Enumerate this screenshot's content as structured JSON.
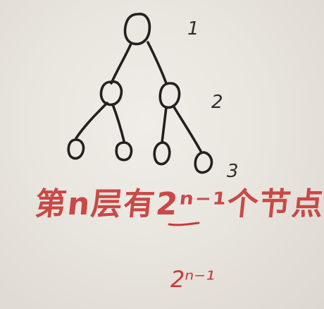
{
  "tree": {
    "level_labels": [
      "1",
      "2",
      "3"
    ]
  },
  "note": {
    "sentence": "第n层有2ⁿ⁻¹个节点",
    "formula": "2ⁿ⁻¹"
  },
  "colors": {
    "paper": "#e7e3dc",
    "ink": "#22211f",
    "red_ink": "#c83b38"
  }
}
